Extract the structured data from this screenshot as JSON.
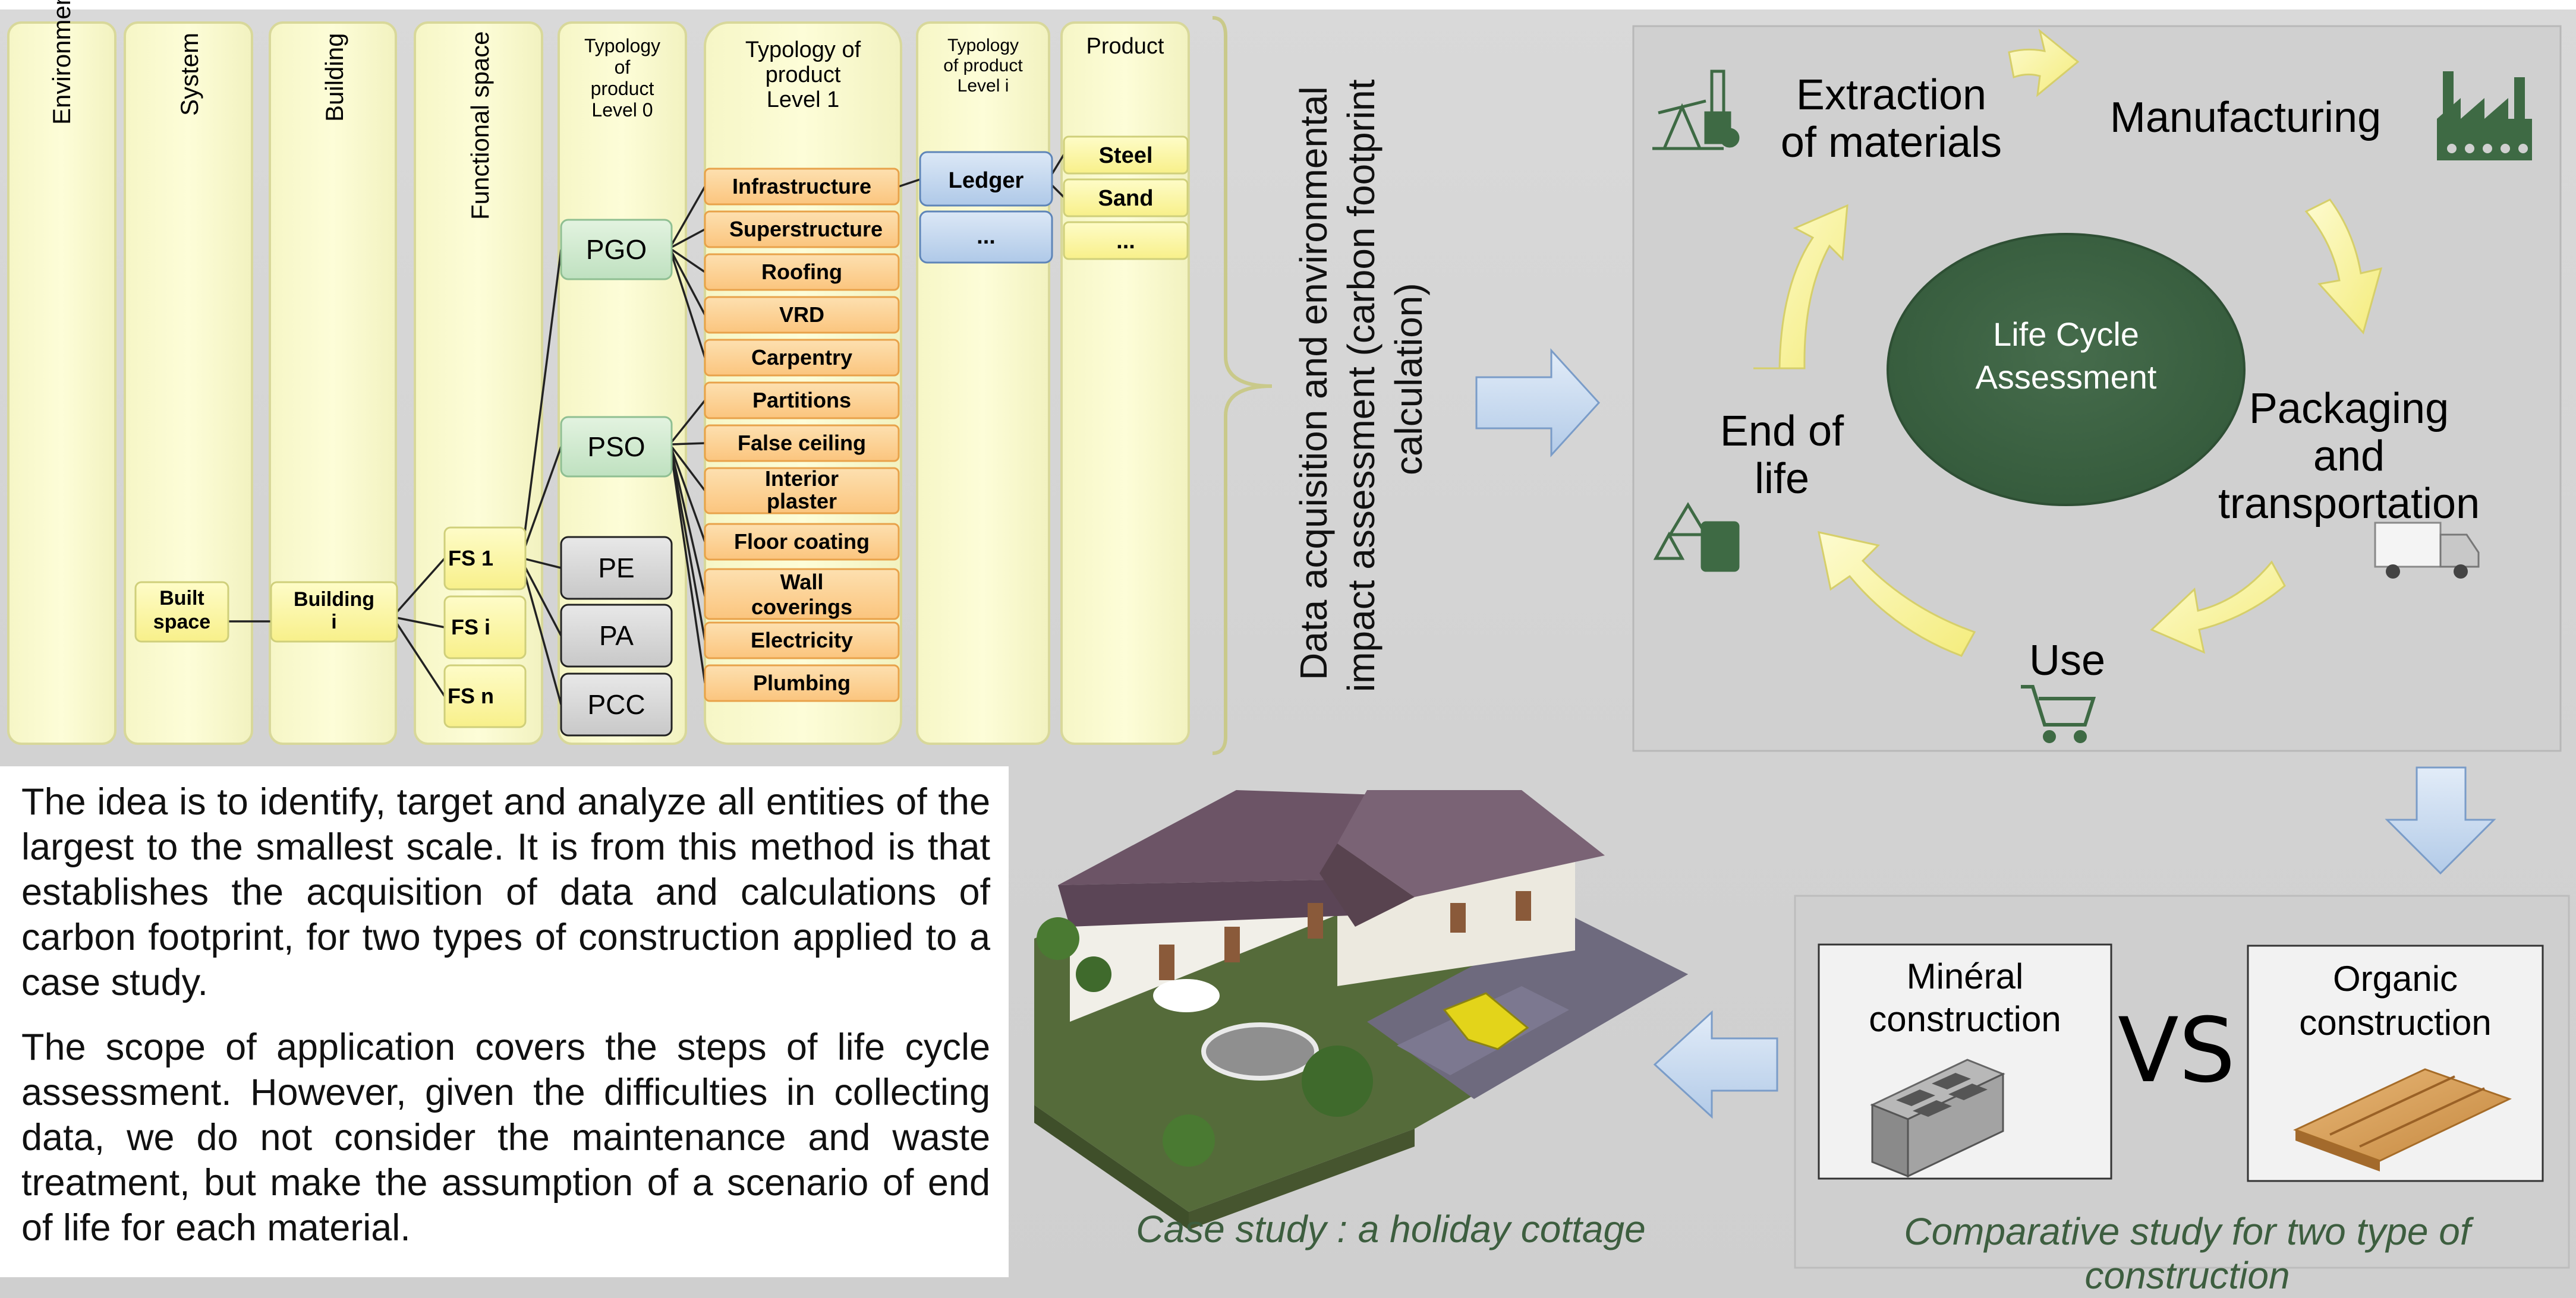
{
  "columns": {
    "environment": "Environment",
    "system": "System",
    "building": "Building",
    "functional_space": "Functional space",
    "level0": [
      "Typology",
      "of",
      "product",
      "Level 0"
    ],
    "level1": [
      "Typology of",
      "product",
      "Level 1"
    ],
    "leveli": [
      "Typology",
      "of product",
      "Level i"
    ],
    "product": "Product"
  },
  "system_node": [
    "Built",
    "space"
  ],
  "building_node": [
    "Building",
    "i"
  ],
  "fs_nodes": [
    "FS 1",
    "FS i",
    "FS n"
  ],
  "level0_nodes": [
    "PGO",
    "PSO",
    "PE",
    "PA",
    "PCC"
  ],
  "level1_nodes": [
    [
      "Infrastructure"
    ],
    [
      "Superstructure"
    ],
    [
      "Roofing"
    ],
    [
      "VRD"
    ],
    [
      "Carpentry"
    ],
    [
      "Partitions"
    ],
    [
      "False ceiling"
    ],
    [
      "Interior",
      "plaster"
    ],
    [
      "Floor coating"
    ],
    [
      "Wall",
      "coverings"
    ],
    [
      "Electricity"
    ],
    [
      "Plumbing"
    ]
  ],
  "leveli_nodes": [
    "Ledger",
    "..."
  ],
  "product_nodes": [
    "Steel",
    "Sand",
    "..."
  ],
  "data_acquisition_text": [
    "Data acquisition and environmental",
    "impact assessment (carbon footprint",
    "calculation)"
  ],
  "lca": {
    "center": [
      "Life Cycle",
      "Assessment"
    ],
    "extraction": [
      "Extraction",
      "of materials"
    ],
    "manufacturing": "Manufacturing",
    "packaging": [
      "Packaging",
      "and",
      "transportation"
    ],
    "use": "Use",
    "end_of_life": [
      "End of",
      "life"
    ]
  },
  "comparison": {
    "mineral": [
      "Minéral",
      "construction"
    ],
    "organic": [
      "Organic",
      "construction"
    ],
    "vs": "VS",
    "caption": [
      "Comparative study for two type of",
      "construction"
    ]
  },
  "case_study_caption": "Case study : a holiday cottage",
  "paragraph1": "The idea is to identify, target and analyze all entities of the largest to the smallest scale. It is from this method is that establishes the acquisition of data and calculations of carbon footprint, for two types of construction applied to a case study.",
  "paragraph2": "The scope of application covers the steps of life cycle assessment. However, given the difficulties in collecting data, we do not consider the maintenance and waste treatment, but make the assumption of a scenario of end of life for each material.",
  "colors": {
    "column_fill": "#fbfbcf",
    "orange_node": "#fcd39a",
    "orange_border": "#e8a24a",
    "green_node": "#cdeacc",
    "blue_node": "#c4d8ef",
    "gray_node": "#d6d6d6",
    "yellow_node": "#fbf7a0",
    "lca_circle": "#3b5f42",
    "arrow_yellow": "#fbf6a6",
    "arrow_blue": "#c5d6ee",
    "caption_green": "#3d5e3f"
  },
  "icons": [
    "oil-pump-icon",
    "factory-icon",
    "truck-icon",
    "shopping-cart-icon",
    "recycle-icon",
    "concrete-block-icon",
    "wood-plank-icon",
    "house-3d-image"
  ]
}
